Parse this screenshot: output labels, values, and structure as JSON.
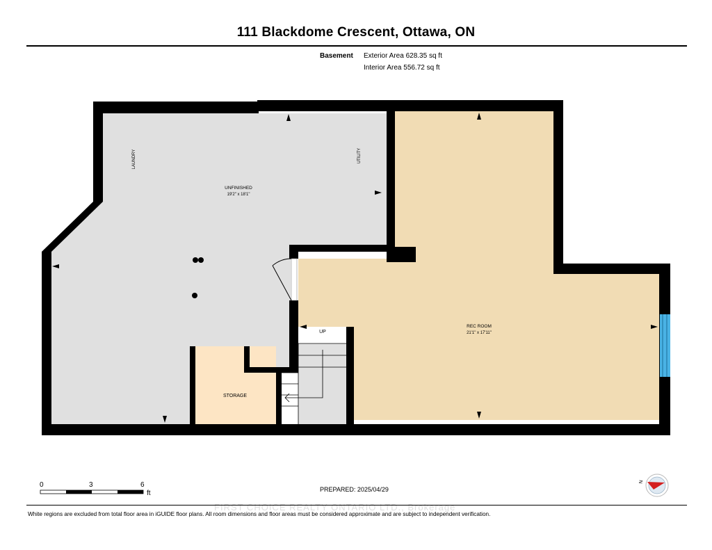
{
  "header": {
    "title": "111 Blackdome Crescent, Ottawa, ON",
    "level_label": "Basement",
    "exterior_area": "Exterior Area 628.35 sq ft",
    "interior_area": "Interior Area 556.72 sq ft"
  },
  "rooms": {
    "unfinished_name": "UNFINISHED",
    "unfinished_dims": "19'2\" x 18'1\"",
    "laundry": "LAUNDRY",
    "utility": "UTILITY",
    "rec_room_name": "REC ROOM",
    "rec_room_dims": "21'1\" x 17'11\"",
    "storage": "STORAGE",
    "stairs": "UP"
  },
  "scale": {
    "ticks": [
      "0",
      "3",
      "6"
    ],
    "unit": "ft"
  },
  "compass": {
    "north_label": "N"
  },
  "prepared": "PREPARED: 2025/04/29",
  "footer": "White regions are excluded from total floor area in iGUIDE floor plans. All room dimensions and floor areas must be considered approximate and are subject to independent verification.",
  "watermark": "FIRST CHOICE REALTY ONTARIO LTD., Brokerage",
  "colors": {
    "wall": "#000000",
    "unfinished": "#e0e0e0",
    "rec_room": "#f1dcb4",
    "storage": "#fde5c4",
    "window": "#4ab3e5",
    "compass_arrow": "#d42020"
  }
}
